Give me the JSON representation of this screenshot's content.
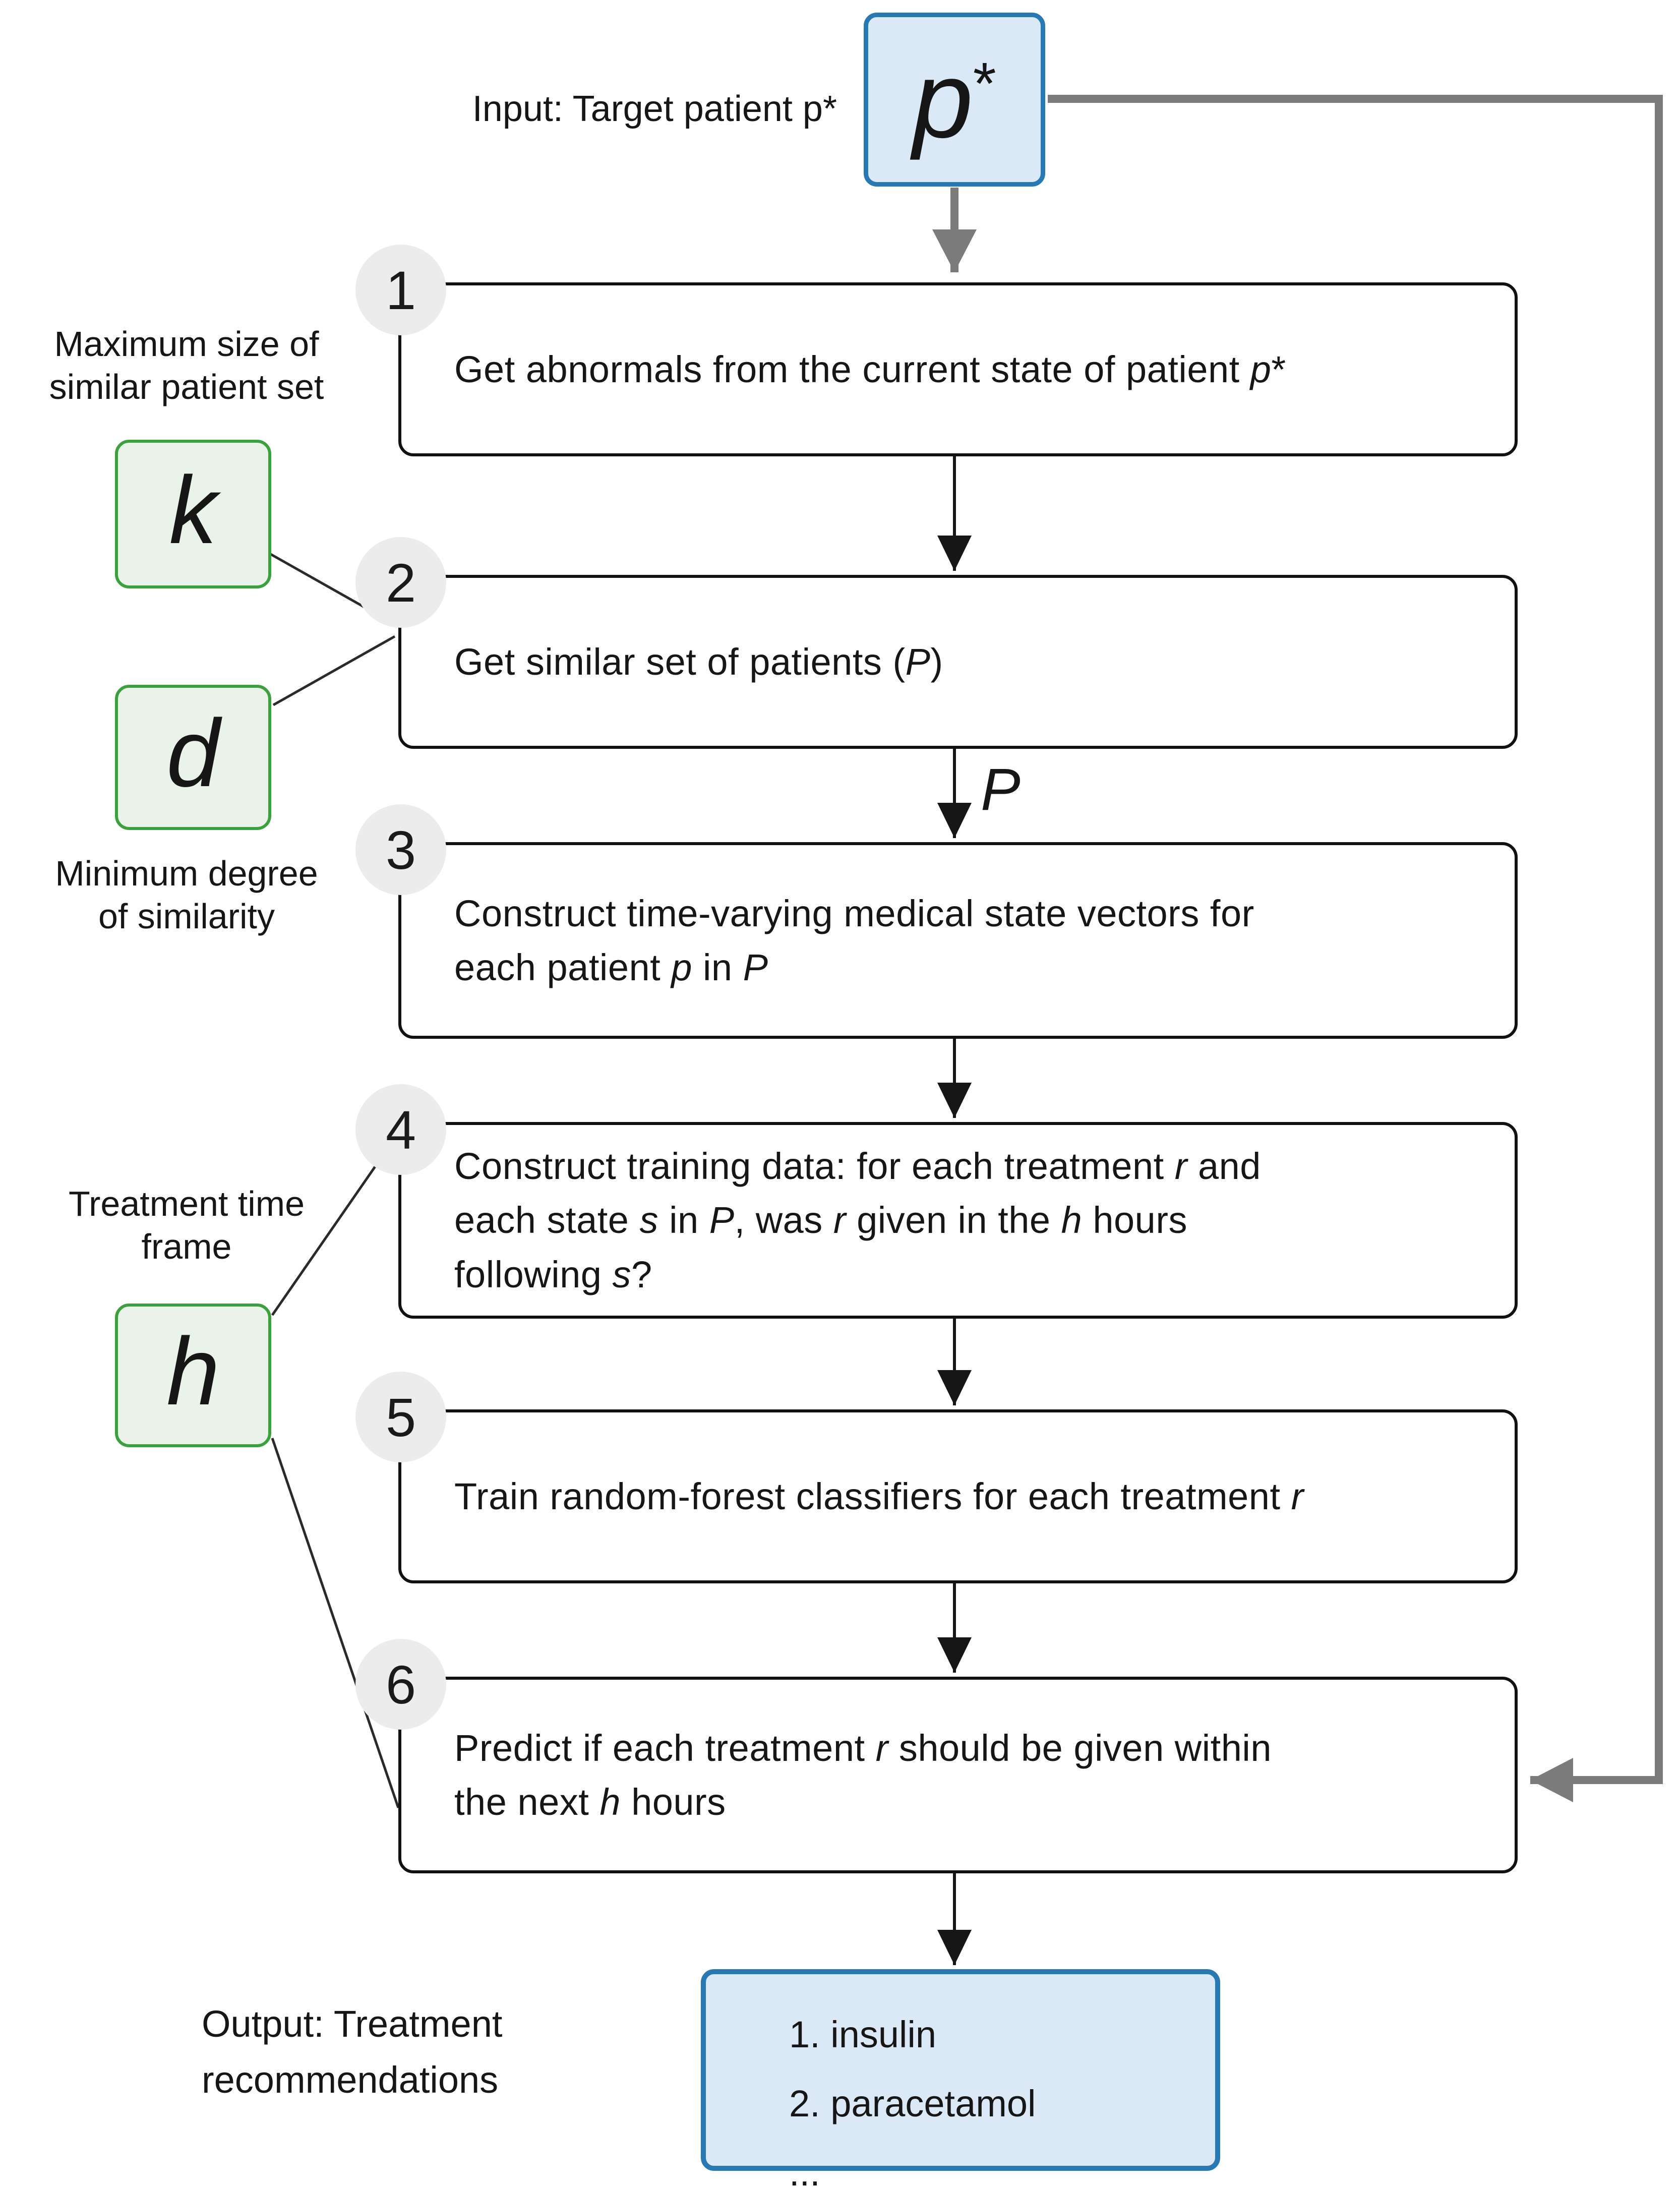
{
  "colors": {
    "blue_border": "#2779b5",
    "blue_fill": "#dbe8f5",
    "green_border": "#3aa23a",
    "green_fill": "#eaf3e9",
    "badge_fill": "#ececec",
    "arrow_gray": "#7b7b7b",
    "ink": "#161616"
  },
  "input": {
    "label": "Input: Target patient p*",
    "symbol": [
      {
        "t": "p",
        "i": true
      },
      {
        "t": "*",
        "sup": true
      }
    ]
  },
  "params": {
    "k": {
      "letter": "k",
      "label": "Maximum size of\nsimilar patient set"
    },
    "d": {
      "letter": "d",
      "label": "Minimum degree\nof similarity"
    },
    "h": {
      "letter": "h",
      "label": "Treatment time\nframe"
    }
  },
  "edge_labels": {
    "similar_set": "P"
  },
  "steps": [
    {
      "num": "1",
      "segments": [
        {
          "t": "Get abnormals from the current state of patient "
        },
        {
          "t": "p",
          "i": true
        },
        {
          "t": "*"
        }
      ]
    },
    {
      "num": "2",
      "segments": [
        {
          "t": "Get similar set of patients ("
        },
        {
          "t": "P",
          "i": true
        },
        {
          "t": ")"
        }
      ]
    },
    {
      "num": "3",
      "segments": [
        {
          "t": "Construct time-varying medical state vectors for"
        },
        {
          "br": true
        },
        {
          "t": "each patient "
        },
        {
          "t": "p",
          "i": true
        },
        {
          "t": " in "
        },
        {
          "t": "P",
          "i": true
        }
      ]
    },
    {
      "num": "4",
      "segments": [
        {
          "t": "Construct training data: for each treatment "
        },
        {
          "t": "r",
          "i": true
        },
        {
          "t": " and"
        },
        {
          "br": true
        },
        {
          "t": "each state "
        },
        {
          "t": "s",
          "i": true
        },
        {
          "t": " in "
        },
        {
          "t": "P",
          "i": true
        },
        {
          "t": ", was "
        },
        {
          "t": "r",
          "i": true
        },
        {
          "t": " given in the "
        },
        {
          "t": "h",
          "i": true
        },
        {
          "t": " hours"
        },
        {
          "br": true
        },
        {
          "t": "following "
        },
        {
          "t": "s",
          "i": true
        },
        {
          "t": "?"
        }
      ]
    },
    {
      "num": "5",
      "segments": [
        {
          "t": "Train random-forest classifiers for each treatment "
        },
        {
          "t": "r",
          "i": true
        }
      ]
    },
    {
      "num": "6",
      "segments": [
        {
          "t": "Predict if each treatment "
        },
        {
          "t": "r",
          "i": true
        },
        {
          "t": " should be given within"
        },
        {
          "br": true
        },
        {
          "t": "the next "
        },
        {
          "t": "h",
          "i": true
        },
        {
          "t": " hours"
        }
      ]
    }
  ],
  "output": {
    "label": "Output: Treatment\nrecommendations",
    "lines": [
      "1. insulin",
      "2. paracetamol",
      "..."
    ]
  }
}
